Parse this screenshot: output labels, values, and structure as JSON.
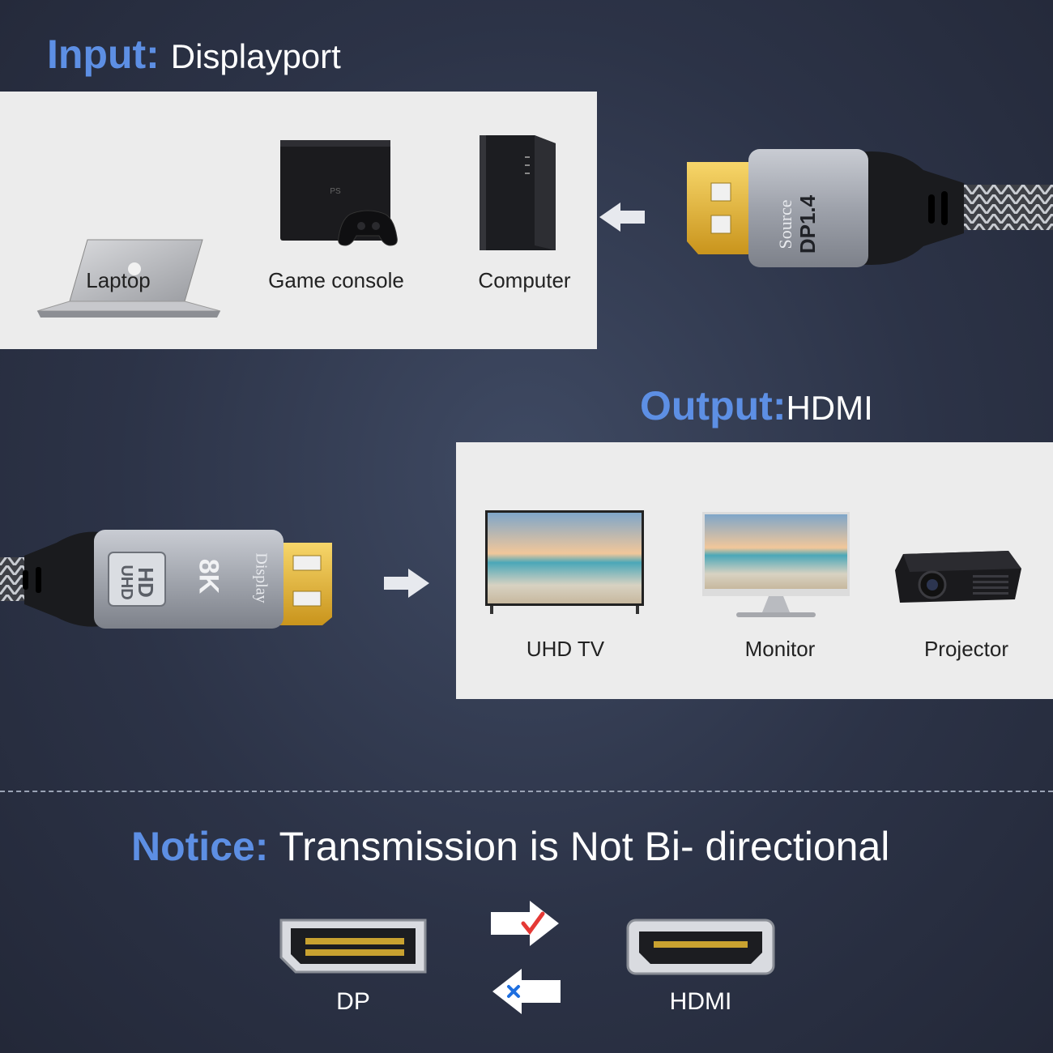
{
  "input": {
    "key": "Input:",
    "value": "Displayport",
    "devices": [
      {
        "label": "Laptop",
        "icon": "laptop-icon"
      },
      {
        "label": "Game console",
        "icon": "game-console-icon"
      },
      {
        "label": "Computer",
        "icon": "computer-tower-icon"
      }
    ],
    "connector": {
      "line1": "Source",
      "line2": "DP1.4"
    }
  },
  "output": {
    "key": "Output:",
    "value": "HDMI",
    "devices": [
      {
        "label": "UHD TV",
        "icon": "tv-icon"
      },
      {
        "label": "Monitor",
        "icon": "monitor-icon"
      },
      {
        "label": "Projector",
        "icon": "projector-icon"
      }
    ],
    "connector": {
      "badge1": "HD",
      "badge2": "UHD",
      "resolution": "8K",
      "side": "Display"
    }
  },
  "notice": {
    "key": "Notice:",
    "text": "Transmission is Not Bi- directional",
    "ports": [
      {
        "label": "DP"
      },
      {
        "label": "HDMI"
      }
    ]
  },
  "colors": {
    "accent": "#5d8fe4",
    "check": "#e53935",
    "cross": "#1e6fe0",
    "gold": "#e8b830"
  }
}
